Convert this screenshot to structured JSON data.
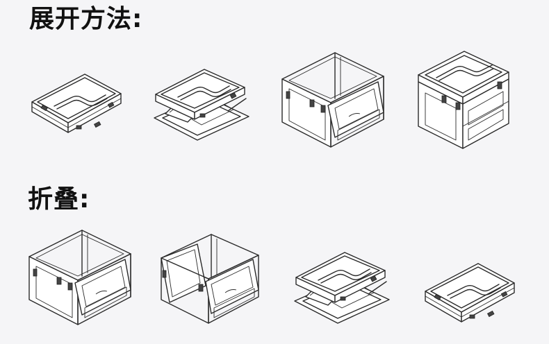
{
  "sections": {
    "unfold": {
      "title": "展开方法:"
    },
    "fold": {
      "title": "折叠:"
    }
  },
  "unfold_steps": [
    {
      "state": "folded-flat"
    },
    {
      "state": "half-open"
    },
    {
      "state": "open-with-door"
    },
    {
      "state": "fully-assembled-closed"
    }
  ],
  "fold_steps": [
    {
      "state": "open-with-door"
    },
    {
      "state": "sides-folding"
    },
    {
      "state": "half-open"
    },
    {
      "state": "folded-flat"
    }
  ]
}
